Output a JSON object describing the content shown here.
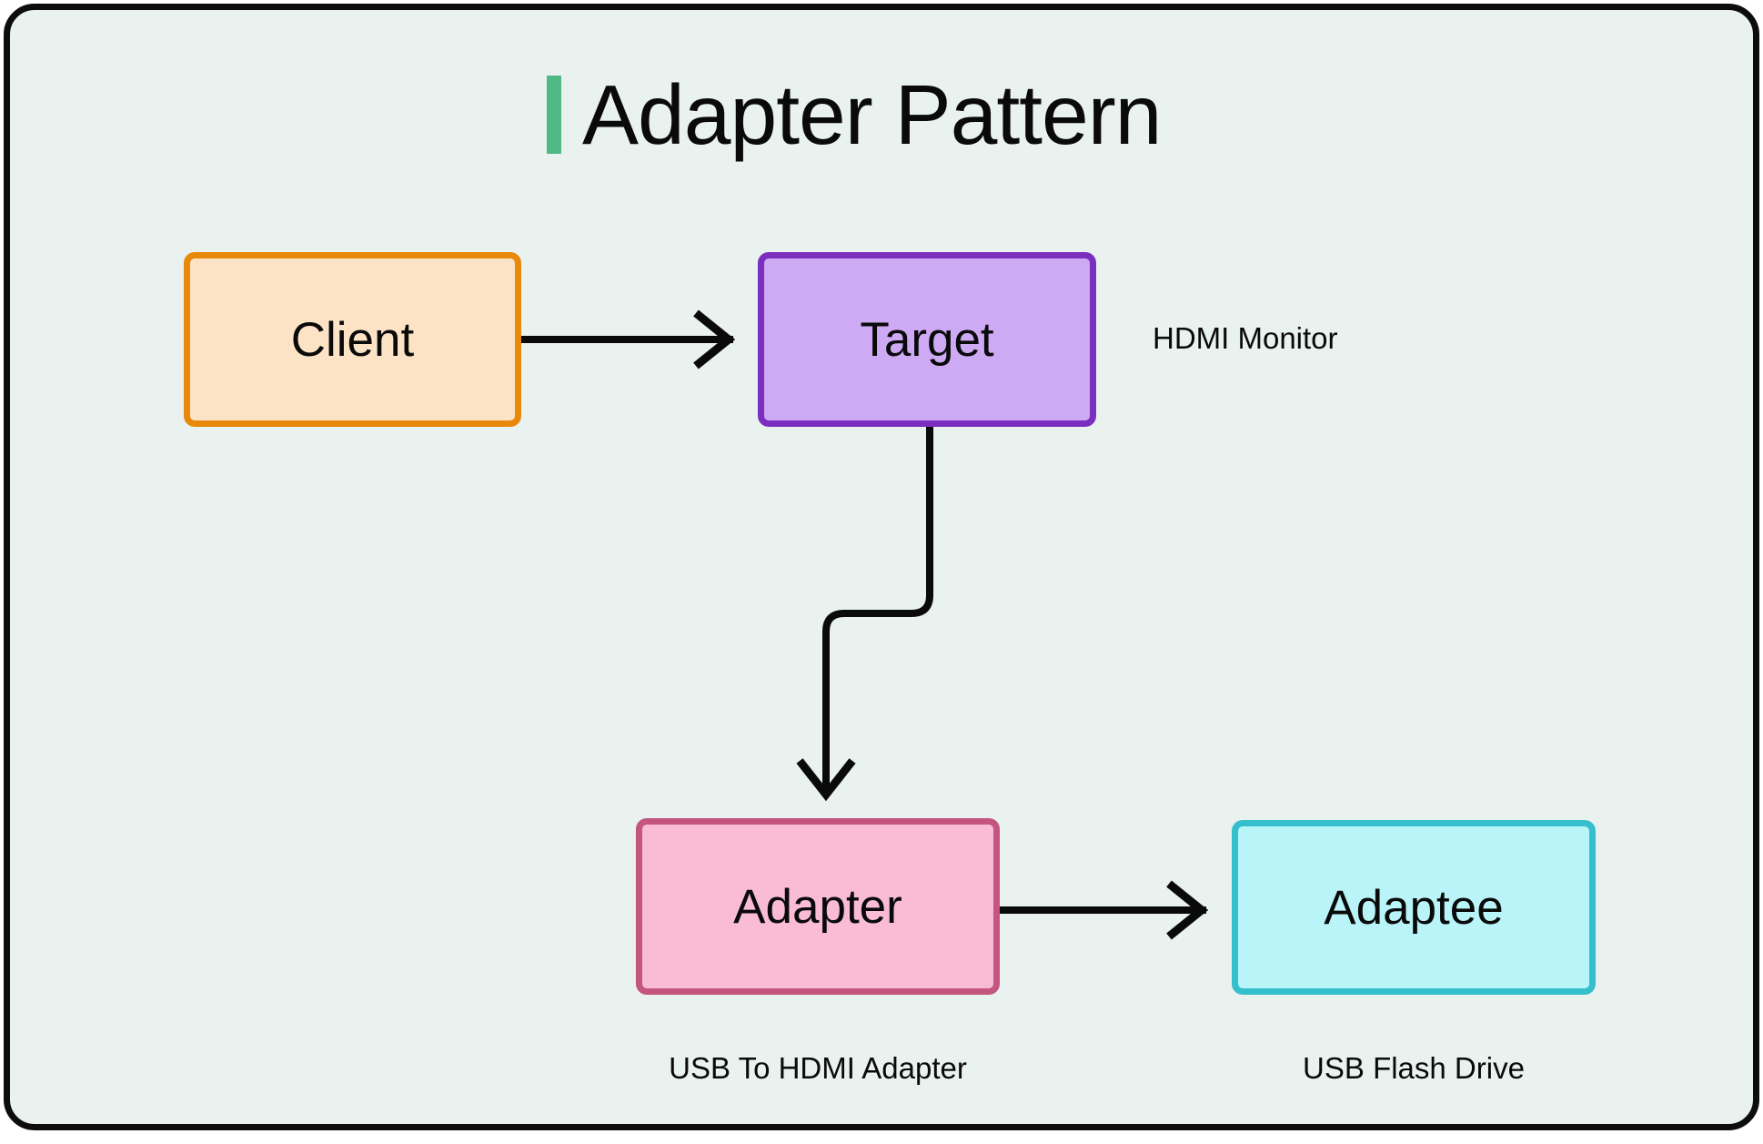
{
  "diagram": {
    "title": "Adapter Pattern",
    "accent_color": "#4fb985",
    "background_color": "#e9f2ee",
    "frame_border_color": "#0d0d0d",
    "nodes": [
      {
        "id": "client",
        "label": "Client",
        "fill": "#fde3c5",
        "border": "#e8890c"
      },
      {
        "id": "target",
        "label": "Target",
        "fill": "#ceaaf5",
        "border": "#7b2fbe"
      },
      {
        "id": "adapter",
        "label": "Adapter",
        "fill": "#f9bcd4",
        "border": "#c4557e"
      },
      {
        "id": "adaptee",
        "label": "Adaptee",
        "fill": "#b8f4f8",
        "border": "#35bfcc"
      }
    ],
    "annotations": [
      {
        "id": "target-note",
        "text": "HDMI Monitor",
        "for": "target"
      },
      {
        "id": "adapter-note",
        "text": "USB To HDMI Adapter",
        "for": "adapter"
      },
      {
        "id": "adaptee-note",
        "text": "USB Flash Drive",
        "for": "adaptee"
      }
    ],
    "edges": [
      {
        "id": "client-to-target",
        "from": "client",
        "to": "target",
        "style": "straight-arrow"
      },
      {
        "id": "target-to-adapter",
        "from": "target",
        "to": "adapter",
        "style": "elbow-arrow"
      },
      {
        "id": "adapter-to-adaptee",
        "from": "adapter",
        "to": "adaptee",
        "style": "straight-arrow"
      }
    ]
  }
}
